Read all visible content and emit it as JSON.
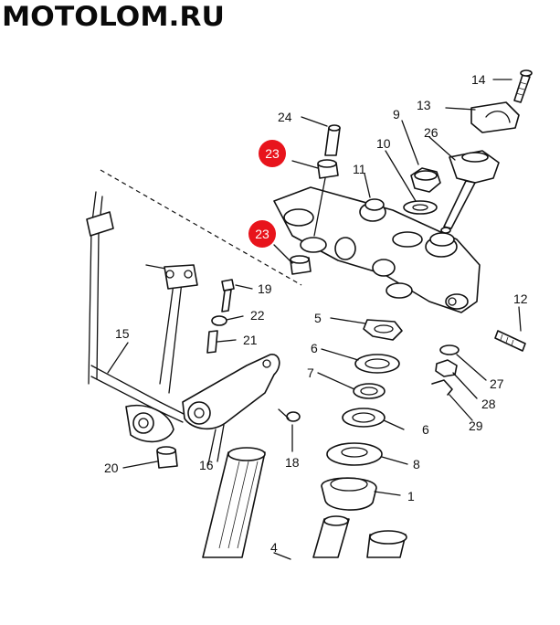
{
  "labels": {
    "l1": "1",
    "l4": "4",
    "l5": "5",
    "l6a": "6",
    "l6b": "6",
    "l7": "7",
    "l8": "8",
    "l9": "9",
    "l10": "10",
    "l11": "11",
    "l12": "12",
    "l13": "13",
    "l14": "14",
    "l15": "15",
    "l16": "16",
    "l18": "18",
    "l19": "19",
    "l20": "20",
    "l21": "21",
    "l22": "22",
    "l24": "24",
    "l26": "26",
    "l27": "27",
    "l28": "28",
    "l29": "29"
  },
  "badges": {
    "b1": "23",
    "b2": "23"
  },
  "badge_color": "#e8141c",
  "watermark": "MOTOLOM.RU"
}
